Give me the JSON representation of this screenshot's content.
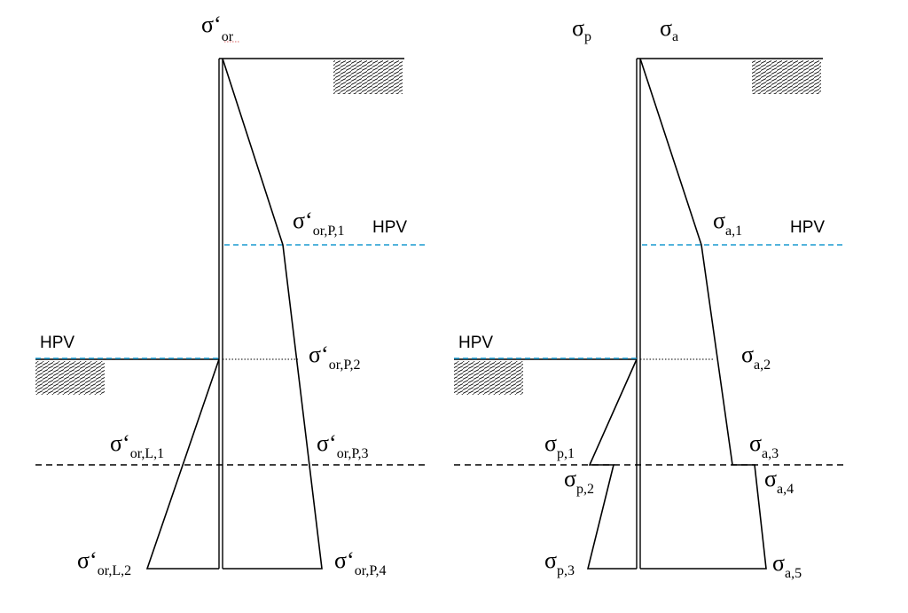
{
  "colors": {
    "water_level": "#1a9bd0",
    "lines": "#000000",
    "background": "#ffffff"
  },
  "water_level_label": "HPV",
  "left_diagram": {
    "top": {
      "sym": "σ‘",
      "sub": "or"
    },
    "labels": {
      "p1": {
        "sym": "σ‘",
        "sub": "or,P,1"
      },
      "p2": {
        "sym": "σ‘",
        "sub": "or,P,2"
      },
      "p3": {
        "sym": "σ‘",
        "sub": "or,P,3"
      },
      "p4": {
        "sym": "σ‘",
        "sub": "or,P,4"
      },
      "l1": {
        "sym": "σ‘",
        "sub": "or,L,1"
      },
      "l2": {
        "sym": "σ‘",
        "sub": "or,L,2"
      }
    }
  },
  "right_diagram": {
    "top_passive": {
      "sym": "σ",
      "sub": "p"
    },
    "top_active": {
      "sym": "σ",
      "sub": "a"
    },
    "labels": {
      "a1": {
        "sym": "σ",
        "sub": "a,1"
      },
      "a2": {
        "sym": "σ",
        "sub": "a,2"
      },
      "a3": {
        "sym": "σ",
        "sub": "a,3"
      },
      "a4": {
        "sym": "σ",
        "sub": "a,4"
      },
      "a5": {
        "sym": "σ",
        "sub": "a,5"
      },
      "p1": {
        "sym": "σ",
        "sub": "p,1"
      },
      "p2": {
        "sym": "σ",
        "sub": "p,2"
      },
      "p3": {
        "sym": "σ",
        "sub": "p,3"
      }
    }
  }
}
